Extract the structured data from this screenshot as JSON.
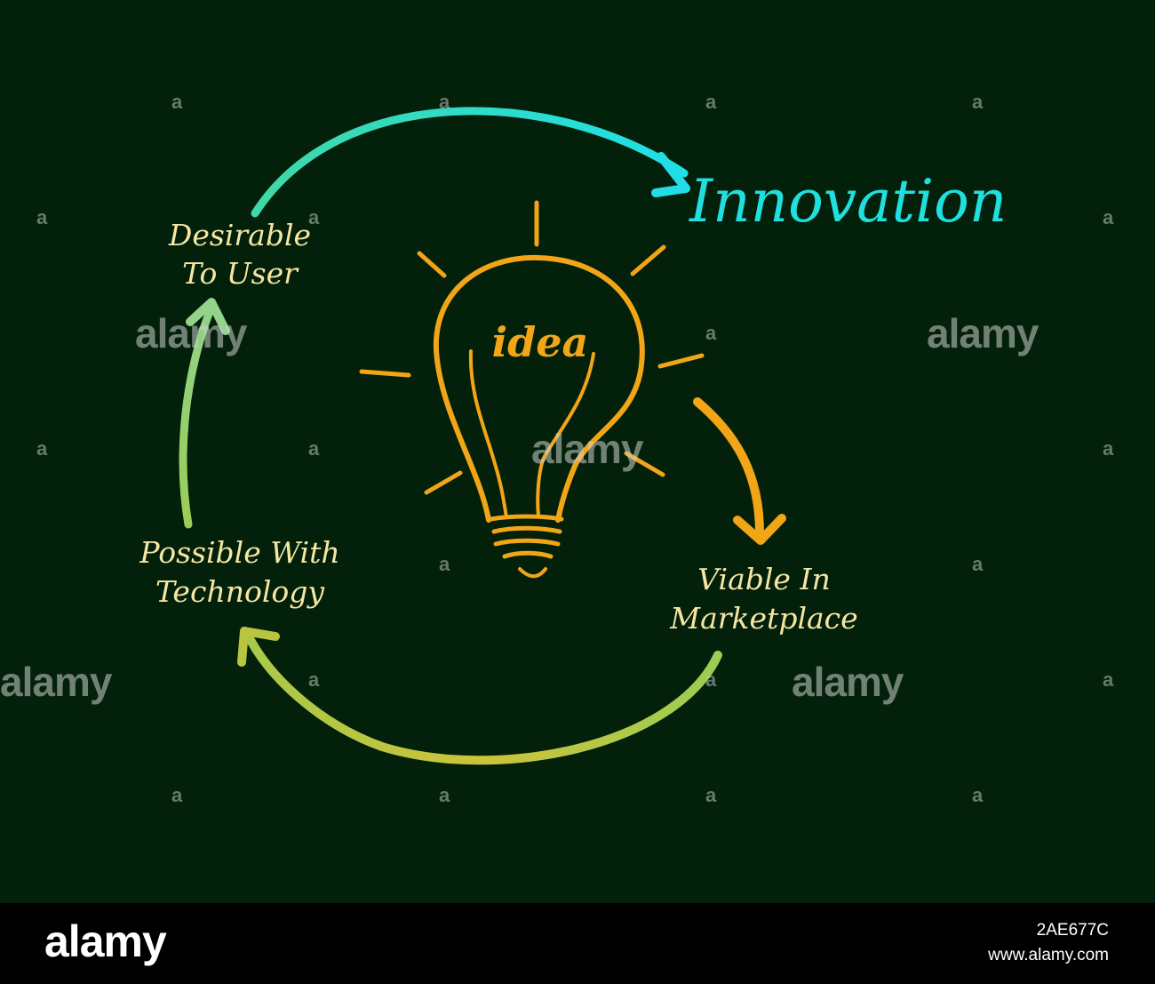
{
  "diagram": {
    "title": "Innovation",
    "center_label": "idea",
    "nodes": [
      {
        "line1": "Desirable",
        "line2": "To User"
      },
      {
        "line1": "Possible With",
        "line2": "Technology"
      },
      {
        "line1": "Viable In",
        "line2": "Marketplace"
      }
    ]
  },
  "watermark": {
    "text": "alamy",
    "small": "a"
  },
  "footer": {
    "brand": "alamy",
    "image_id": "2AE677C",
    "url": "www.alamy.com"
  },
  "colors": {
    "board": "#02200a",
    "label_text": "#f6e6a4",
    "title": "#1fe0de",
    "bulb": "#f2a516",
    "arrow_top_start": "#2fd9b9",
    "arrow_top_end": "#22dce6",
    "arrow_bottom_start": "#cfc23a",
    "arrow_bottom_end": "#93cc55",
    "arrow_left_start": "#8acb5c",
    "arrow_left_end": "#a6d57f"
  }
}
